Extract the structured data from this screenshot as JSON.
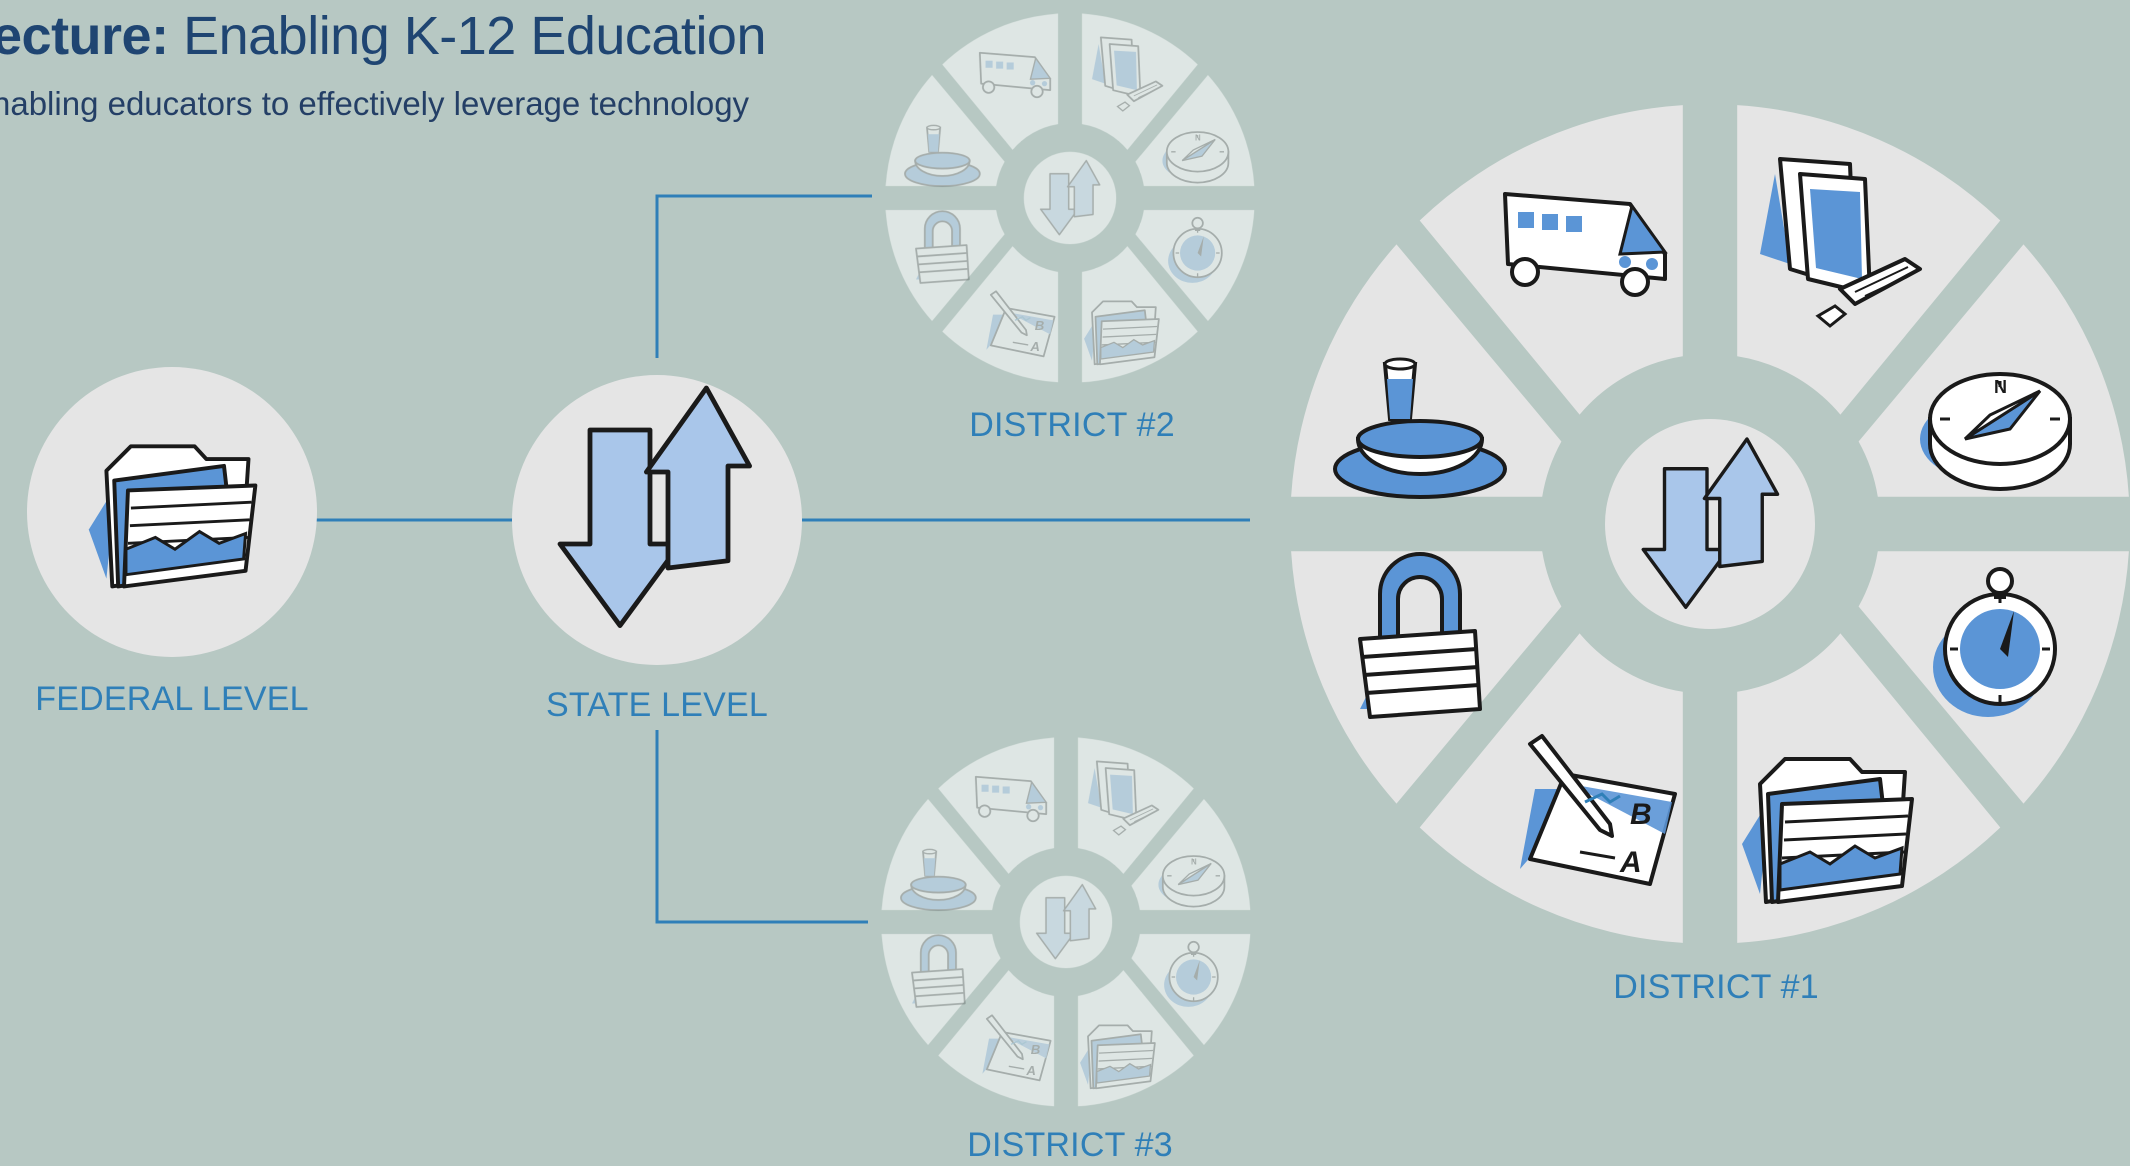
{
  "header": {
    "title_bold": "ecture:",
    "title_rest": "Enabling K-12 Education",
    "subtitle": "nabling educators to effectively leverage technology"
  },
  "levels": {
    "federal": "FEDERAL LEVEL",
    "state": "STATE LEVEL"
  },
  "districts": {
    "d1": "DISTRICT #1",
    "d2": "DISTRICT #2",
    "d3": "DISTRICT #3"
  },
  "segment_icons": [
    "bus-icon",
    "computer-icon",
    "compass-icon",
    "stopwatch-icon",
    "folder-icon",
    "test-paper-icon",
    "padlock-icon",
    "food-bowl-icon"
  ],
  "colors": {
    "background": "#b7c8c3",
    "shape": "#e5e5e5",
    "accent_blue": "#5b95d6",
    "light_blue": "#a9c6ea",
    "line": "#2f7fb8",
    "title": "#1f4572"
  }
}
